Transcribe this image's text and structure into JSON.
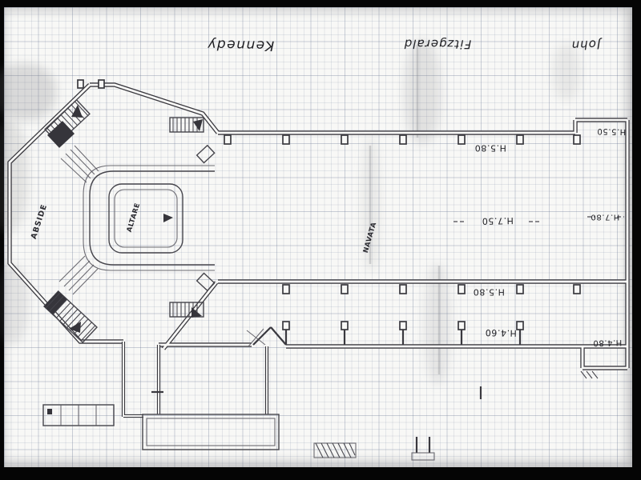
{
  "labels": {
    "kennedy": "Kennedy",
    "fitzgerald": "Fitzgerald",
    "john": "John",
    "abside": "ABSIDE",
    "altare": "ALTARE",
    "navata": "NAVATA",
    "h_top_mid": "H.5.80",
    "h_top_right": "H.5.50",
    "h_nave_center": "H.7.50",
    "h_nave_right": "H.7.80",
    "h_lower_mid": "H.5.80",
    "h_bottom": "H.4.60",
    "h_bottom_right": "H.4.80"
  },
  "colors": {
    "frame": "#050505",
    "paper": "#f8f8f6",
    "ink": "#3a393f",
    "grid_minor": "#c9d0db",
    "grid_major": "#aeb8c8",
    "handwriting": "#1e1e23"
  }
}
